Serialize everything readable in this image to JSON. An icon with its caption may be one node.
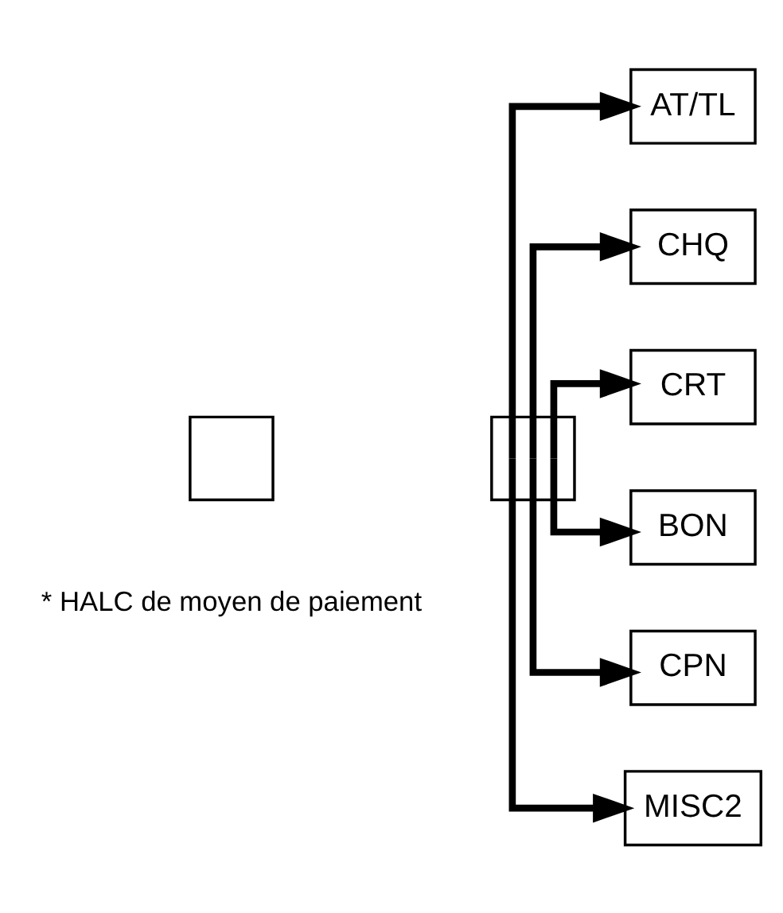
{
  "diagram": {
    "nodes": [
      {
        "text": [],
        "shape": "box"
      },
      {
        "text": [],
        "shape": "box"
      },
      {
        "text": [
          "AT/TL"
        ]
      },
      {
        "text": [
          "CHQ"
        ]
      },
      {
        "text": [
          "CRT"
        ]
      },
      {
        "text": [
          "BON"
        ]
      },
      {
        "text": [
          "CPN"
        ]
      },
      {
        "text": [
          "MISC2"
        ]
      }
    ],
    "edges": [
      {
        "from": 1,
        "to": 2,
        "arrow": "to"
      },
      {
        "from": 1,
        "to": 3,
        "arrow": "to"
      },
      {
        "from": 1,
        "to": 4,
        "arrow": "to"
      },
      {
        "from": 1,
        "to": 5,
        "arrow": "to"
      },
      {
        "from": 1,
        "to": 6,
        "arrow": "to"
      },
      {
        "from": 1,
        "to": 7,
        "arrow": "to"
      }
    ],
    "labels": [
      "* HALC de moyen de paiement"
    ]
  }
}
